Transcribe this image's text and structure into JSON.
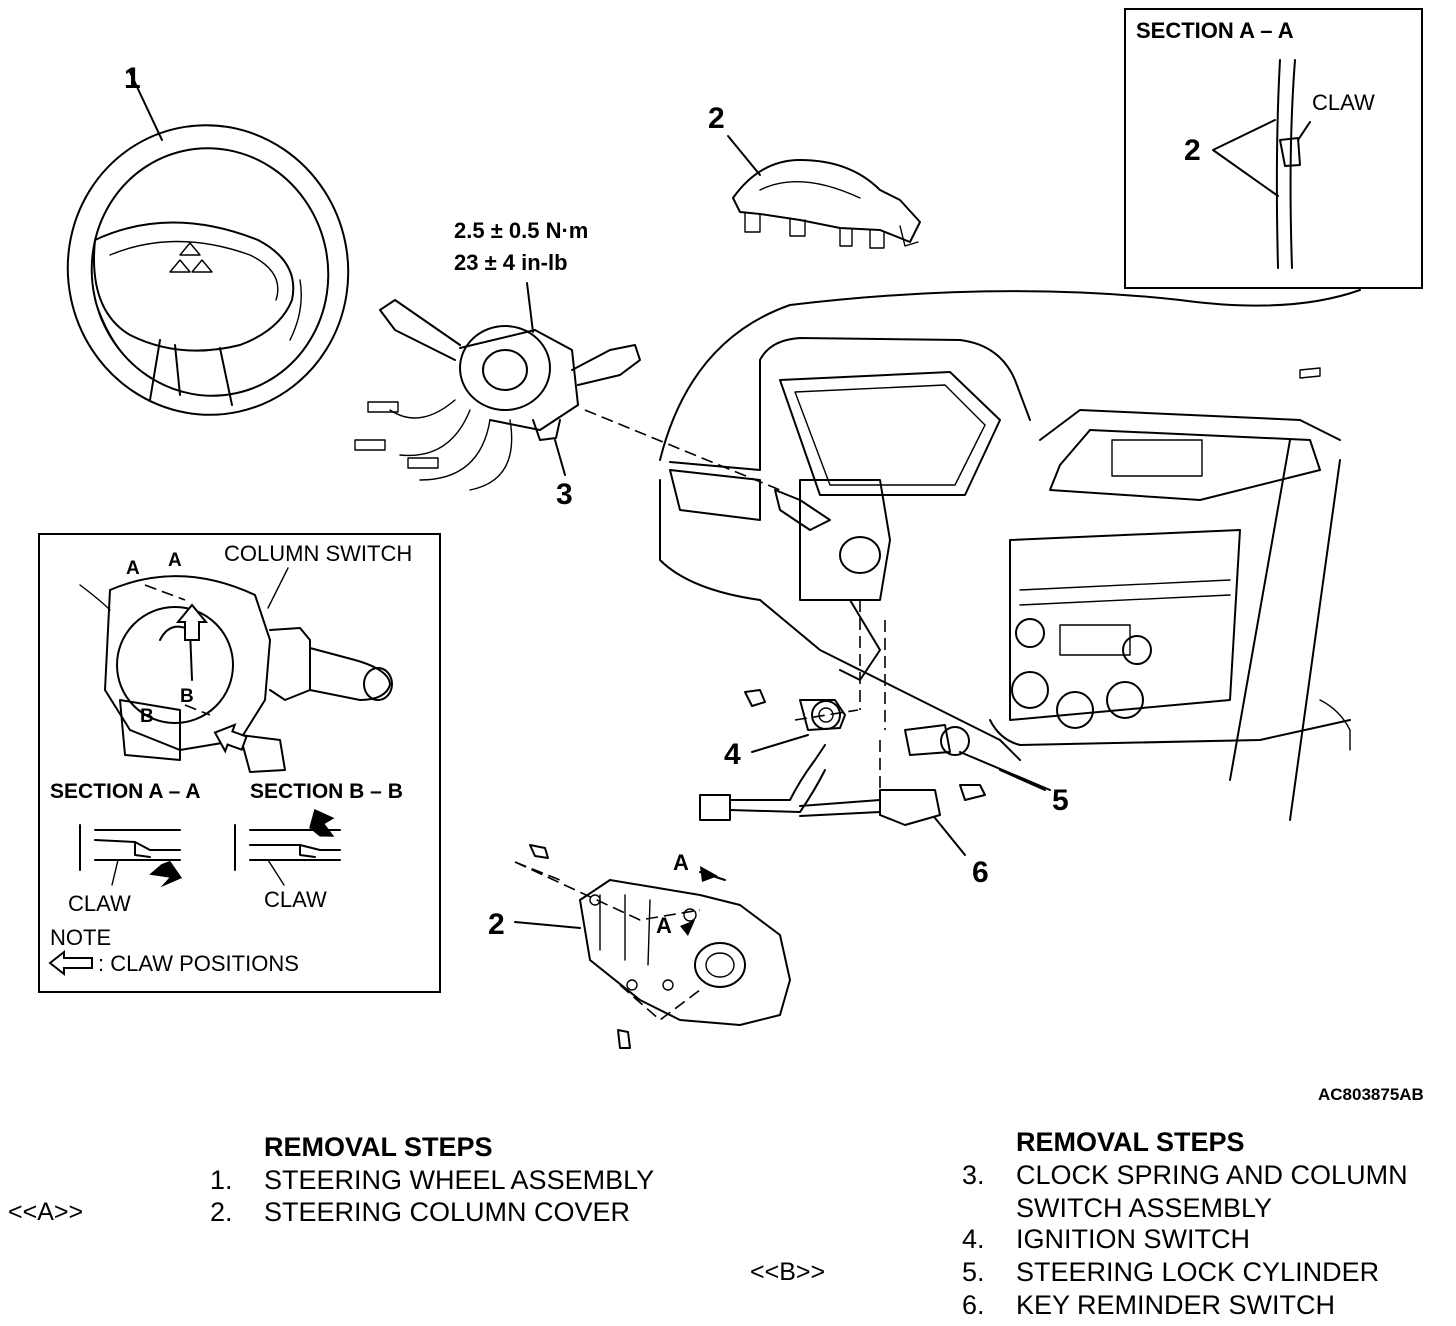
{
  "callouts": {
    "wheel": "1",
    "cover_top": "2",
    "switch": "3",
    "ignition": "4",
    "lock_cylinder": "5",
    "key_reminder": "6",
    "cover_bottom": "2"
  },
  "torque": {
    "nm": "2.5 ± 0.5 N·m",
    "inlb": "23 ± 4 in-lb"
  },
  "section_aa_inset": {
    "title": "SECTION A – A",
    "part": "2",
    "claw": "CLAW"
  },
  "column_switch_inset": {
    "title": "COLUMN SWITCH",
    "label_a1": "A",
    "label_a2": "A",
    "label_b1": "B",
    "label_b2": "B",
    "section_aa": "SECTION A – A",
    "section_bb": "SECTION B – B",
    "claw_left": "CLAW",
    "claw_right": "CLAW",
    "note": "NOTE",
    "legend": ": CLAW POSITIONS"
  },
  "cover_label_a1": "A",
  "cover_label_a2": "A",
  "figure_id": "AC803875AB",
  "removal_left": {
    "header": "REMOVAL STEPS",
    "steps": [
      {
        "num": "1.",
        "text": "STEERING WHEEL ASSEMBLY",
        "tag": ""
      },
      {
        "num": "2.",
        "text": "STEERING COLUMN COVER",
        "tag": "<<A>>"
      }
    ]
  },
  "removal_right": {
    "header": "REMOVAL STEPS",
    "steps": [
      {
        "num": "3.",
        "text": "CLOCK SPRING AND COLUMN",
        "cont": "SWITCH ASSEMBLY",
        "tag": ""
      },
      {
        "num": "4.",
        "text": "IGNITION SWITCH",
        "tag": ""
      },
      {
        "num": "5.",
        "text": "STEERING LOCK CYLINDER",
        "tag": "<<B>>"
      },
      {
        "num": "6.",
        "text": "KEY REMINDER SWITCH",
        "tag": ""
      }
    ]
  }
}
